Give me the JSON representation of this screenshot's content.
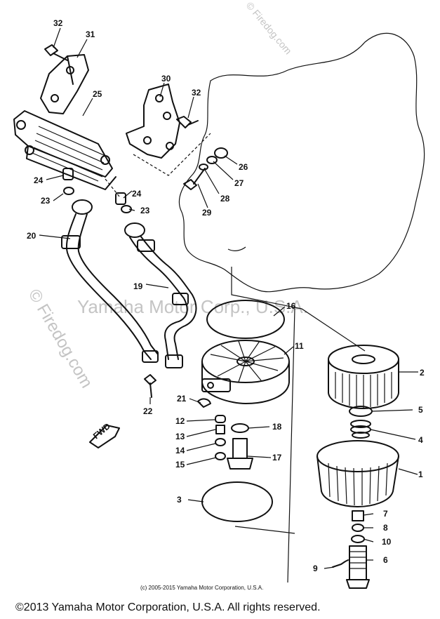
{
  "watermarks": {
    "side": "© Firedog.com",
    "corner": "© Firedog.com",
    "center": "Yamaha Motor Corp., U.S.A."
  },
  "fwd_tag": "FWD",
  "small_copyright": "(c) 2005-2015 Yamaha Motor Corporation, U.S.A.",
  "footer": "©2013 Yamaha Motor Corporation, U.S.A. All rights reserved.",
  "callouts": [
    "32",
    "31",
    "25",
    "30",
    "32",
    "26",
    "27",
    "28",
    "29",
    "24",
    "23",
    "24",
    "23",
    "20",
    "19",
    "16",
    "11",
    "2",
    "5",
    "4",
    "1",
    "21",
    "22",
    "12",
    "13",
    "14",
    "15",
    "18",
    "17",
    "3",
    "7",
    "8",
    "10",
    "6",
    "9"
  ]
}
